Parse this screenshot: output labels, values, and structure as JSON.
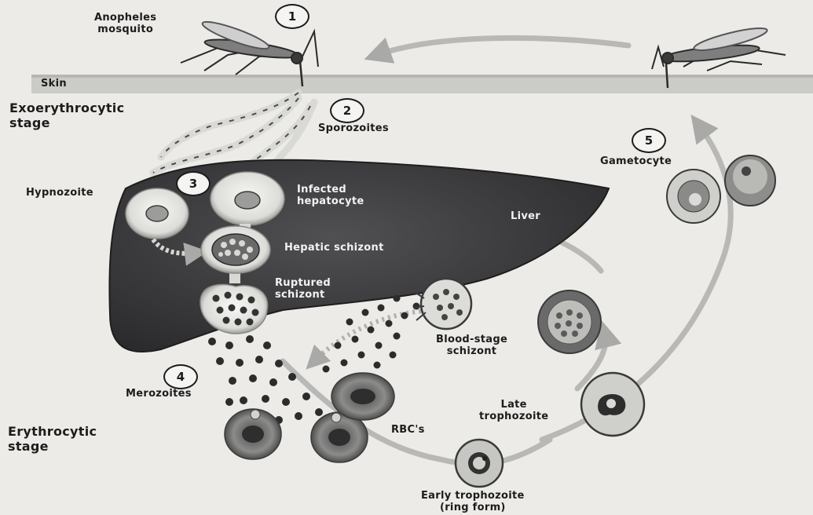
{
  "labels": {
    "anopheles": "Anopheles",
    "mosquito": "mosquito",
    "skin": "Skin",
    "exo_line1": "Exoerythrocytic",
    "exo_line2": "stage",
    "sporozoites": "Sporozoites",
    "hypnozoite": "Hypnozoite",
    "infected_line1": "Infected",
    "infected_line2": "hepatocyte",
    "liver": "Liver",
    "hepatic_schizont": "Hepatic schizont",
    "ruptured_line1": "Ruptured",
    "ruptured_line2": "schizont",
    "gametocyte": "Gametocyte",
    "blood_stage_line1": "Blood-stage",
    "blood_stage_line2": "schizont",
    "merozoites": "Merozoites",
    "late_line1": "Late",
    "late_line2": "trophozoite",
    "rbcs": "RBC's",
    "ery_line1": "Erythrocytic",
    "ery_line2": "stage",
    "early_line1": "Early trophozoite",
    "early_line2": "(ring form)"
  },
  "steps": [
    "1",
    "2",
    "3",
    "4",
    "5"
  ],
  "colors": {
    "liver": "#3b3b3d",
    "cell_fill": "#e4e4e1",
    "rbc_rim": "#5a5a5a",
    "arrow": "#b3b3b1",
    "skin": "#c9c9c6",
    "merozoite": "#2c2c2c"
  }
}
